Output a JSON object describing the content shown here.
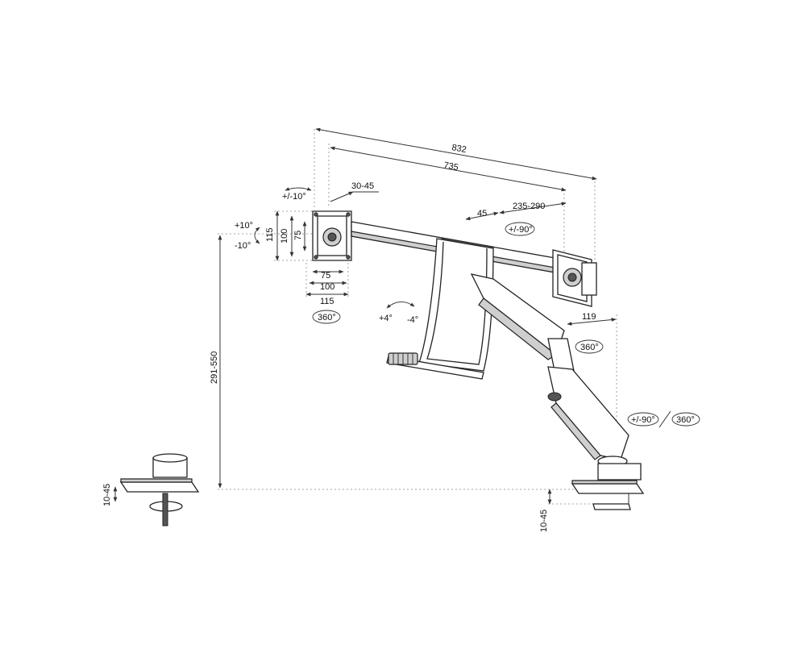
{
  "dimensions": {
    "overall_width": "832",
    "bar_width": "735",
    "tilt_range": "+/-10°",
    "clamp_offset": "30-45",
    "swivel_up": "+10°",
    "swivel_down": "-10°",
    "vesa_h_115": "115",
    "vesa_h_100": "100",
    "vesa_h_75": "75",
    "vesa_w_75": "75",
    "vesa_w_100": "100",
    "vesa_w_115": "115",
    "rotation_left": "360°",
    "slide_min": "45",
    "slide_range": "235-290",
    "rotation_right": "+/-90°",
    "tilt_up": "+4°",
    "tilt_down": "-4°",
    "arm_reach": "119",
    "arm_rotation": "360°",
    "height_range": "291-550",
    "base_rotation_pm": "+/-90°",
    "base_rotation_full": "360°",
    "desk_thickness_left": "10-45",
    "desk_thickness_right": "10-45"
  }
}
